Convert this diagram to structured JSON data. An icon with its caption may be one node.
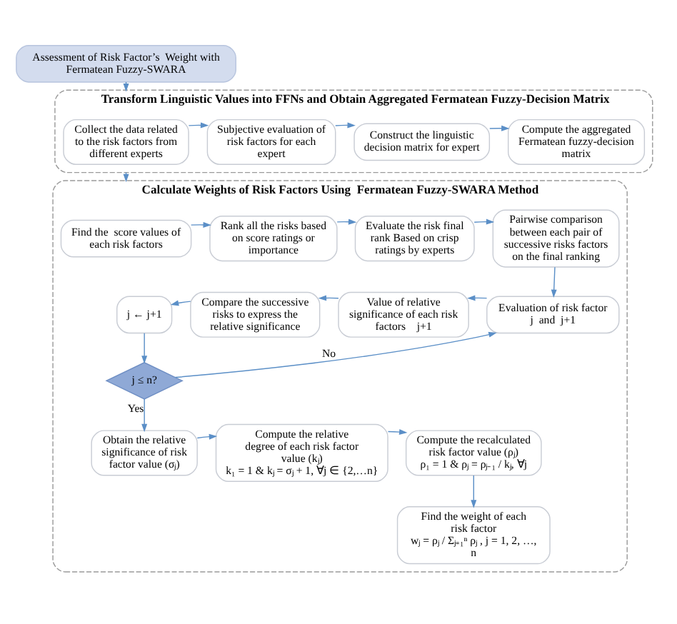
{
  "diagram": {
    "nodes": [
      {
        "text": [
          "Assessment of Risk Factor’s  Weight with Fermatean Fuzzy-SWARA"
        ]
      },
      {
        "text": [
          "Transform Linguistic Values into FFNs and Obtain Aggregated Fermatean Fuzzy-Decision Matrix"
        ]
      },
      {
        "text": [
          "Collect the data related to the risk factors from different experts"
        ],
        "in": 1
      },
      {
        "text": [
          "Subjective evaluation of risk factors for each expert"
        ],
        "in": 1
      },
      {
        "text": [
          "Construct the linguistic decision matrix for expert"
        ],
        "in": 1
      },
      {
        "text": [
          "Compute the aggregated Fermatean fuzzy-decision matrix"
        ],
        "in": 1
      },
      {
        "text": [
          "Calculate Weights of Risk Factors Using  Fermatean Fuzzy-SWARA Method"
        ]
      },
      {
        "text": [
          "Find the  score values of each risk factors"
        ],
        "in": 6
      },
      {
        "text": [
          "Rank all the risks based on score ratings or importance"
        ],
        "in": 6
      },
      {
        "text": [
          "Evaluate the risk final rank Based on crisp ratings by experts"
        ],
        "in": 6
      },
      {
        "text": [
          "Pairwise comparison between each pair of successive risks factors on the final ranking"
        ],
        "in": 6
      },
      {
        "text": [
          "Evaluation of risk factor  j  and  j+1"
        ],
        "in": 6
      },
      {
        "text": [
          "Value of relative significance of each risk factors    j+1"
        ],
        "in": 6
      },
      {
        "text": [
          "Compare the successive risks to express the relative significance"
        ],
        "in": 6
      },
      {
        "text": [
          "j ← j+1"
        ],
        "in": 6
      },
      {
        "text": [
          "j ≤ n?"
        ],
        "in": 6
      },
      {
        "text": [
          "Obtain the relative significance of risk factor value (σⱼ)"
        ],
        "in": 6
      },
      {
        "text": [
          "Compute the relative degree of each risk factor value (kⱼ)",
          "k₁ = 1 & kⱼ = σⱼ + 1, ∀j ∈ {2,…n}"
        ],
        "in": 6
      },
      {
        "text": [
          "Compute the recalculated risk factor value (ρⱼ)",
          "ρ₁ = 1 & ρⱼ = ρⱼ₋₁ / kⱼ, ∀j"
        ],
        "in": 6
      },
      {
        "text": [
          "Find the weight of each risk factor",
          "wⱼ = ρⱼ / Σⱼ₌₁ⁿ ρⱼ , j = 1, 2, …, n"
        ],
        "in": 6
      }
    ],
    "edges": [
      {
        "from": 0,
        "to": 1,
        "arrow": "to"
      },
      {
        "from": 2,
        "to": 3,
        "arrow": "to"
      },
      {
        "from": 3,
        "to": 4,
        "arrow": "to"
      },
      {
        "from": 4,
        "to": 5,
        "arrow": "to"
      },
      {
        "from": 1,
        "to": 6,
        "arrow": "to"
      },
      {
        "from": 7,
        "to": 8,
        "arrow": "to"
      },
      {
        "from": 8,
        "to": 9,
        "arrow": "to"
      },
      {
        "from": 9,
        "to": 10,
        "arrow": "to"
      },
      {
        "from": 10,
        "to": 11,
        "arrow": "to"
      },
      {
        "from": 11,
        "to": 12,
        "arrow": "to"
      },
      {
        "from": 12,
        "to": 13,
        "arrow": "to"
      },
      {
        "from": 13,
        "to": 14,
        "arrow": "to"
      },
      {
        "from": 14,
        "to": 15,
        "arrow": "to"
      },
      {
        "from": 15,
        "to": 11,
        "arrow": "to",
        "label": "No"
      },
      {
        "from": 15,
        "to": 16,
        "arrow": "to",
        "label": "Yes"
      },
      {
        "from": 16,
        "to": 17,
        "arrow": "to"
      },
      {
        "from": 17,
        "to": 18,
        "arrow": "to"
      },
      {
        "from": 18,
        "to": 19,
        "arrow": "to"
      }
    ]
  }
}
